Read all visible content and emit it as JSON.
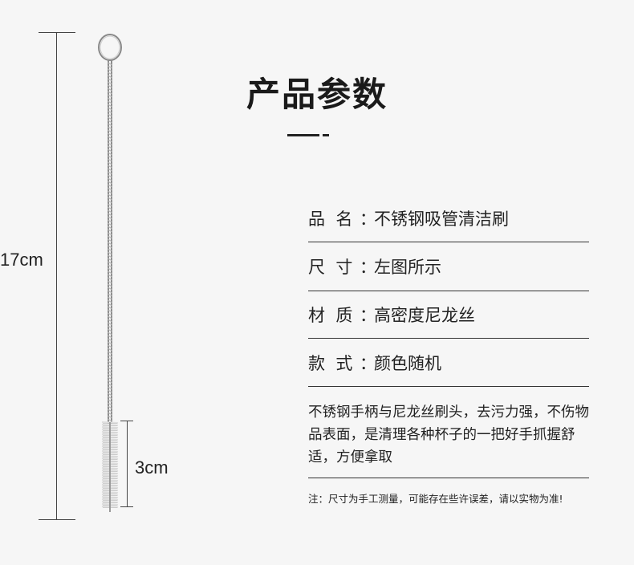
{
  "title": "产品参数",
  "dimensions": {
    "total_length": "17cm",
    "brush_length": "3cm"
  },
  "specs": [
    {
      "label": "品  名",
      "value": "不锈钢吸管清洁刷"
    },
    {
      "label": "尺  寸",
      "value": "左图所示"
    },
    {
      "label": "材  质",
      "value": "高密度尼龙丝"
    },
    {
      "label": "款  式",
      "value": "颜色随机"
    }
  ],
  "description": "不锈钢手柄与尼龙丝刷头，去污力强，不伤物品表面，是清理各种杯子的一把好手抓握舒适，方便拿取",
  "note": "注：尺寸为手工测量，可能存在些许误差，请以实物为准!",
  "colon": "：",
  "colors": {
    "background": "#f6f6f6",
    "text": "#222222",
    "line": "#333333"
  }
}
